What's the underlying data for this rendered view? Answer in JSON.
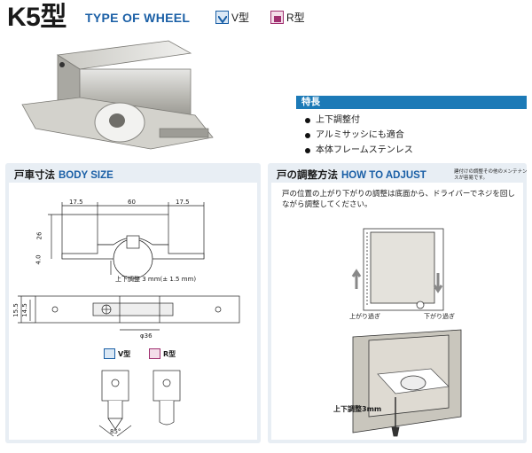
{
  "header": {
    "model": "K5型",
    "type_title": "TYPE OF WHEEL",
    "wheel_v": "V型",
    "wheel_r": "R型"
  },
  "features": {
    "title": "特長",
    "items": [
      "上下調整付",
      "アルミサッシにも適合",
      "本体フレームステンレス"
    ]
  },
  "body_size": {
    "title_jp": "戸車寸法",
    "title_en": "BODY SIZE",
    "dim_left": "17.5",
    "dim_center": "60",
    "dim_right": "17.5",
    "dim_height": "26",
    "dim_base": "4.0",
    "adjust_label": "上下調整 3 mm(± 1.5 mm)",
    "dim_outer": "15.5",
    "dim_inner": "14.5",
    "dim_wheel": "φ36",
    "type_v": "V型",
    "type_r": "R型",
    "angle": "85°"
  },
  "how_to_adjust": {
    "title_jp": "戸の調整方法",
    "title_en": "HOW TO ADJUST",
    "note": "建付けの調整その他のメンテナンスが容易です。",
    "text": "戸の位置の上がり下がりの調整は底面から、ドライバーでネジを回しながら調整してください。",
    "label_up": "上がり過ぎ",
    "label_down": "下がり過ぎ",
    "label_adjust": "上下調整3mm"
  }
}
